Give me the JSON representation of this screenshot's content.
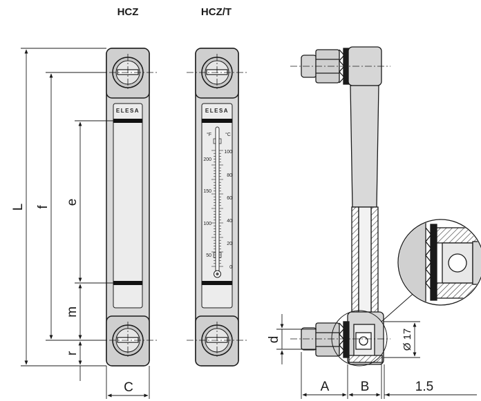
{
  "titles": {
    "model_plain": "HCZ",
    "model_thermo": "HCZ/T"
  },
  "brand": "ELESA",
  "thermometer": {
    "unit_f": "°F",
    "unit_c": "°C",
    "fahrenheit_ticks": [
      "200",
      "150",
      "100",
      "50"
    ],
    "celsius_ticks": [
      "100",
      "80",
      "60",
      "40",
      "20",
      "0"
    ]
  },
  "dimensions": {
    "L": "L",
    "f": "f",
    "e": "e",
    "m": "m",
    "r": "r",
    "C": "C",
    "d": "d",
    "A": "A",
    "B": "B",
    "gap": "1.5",
    "diameter": "Ø 17"
  },
  "colors": {
    "line": "#1a1a1a",
    "body_fill": "#d9d9d9",
    "window_fill": "#ececec",
    "stripe": "#111111"
  }
}
